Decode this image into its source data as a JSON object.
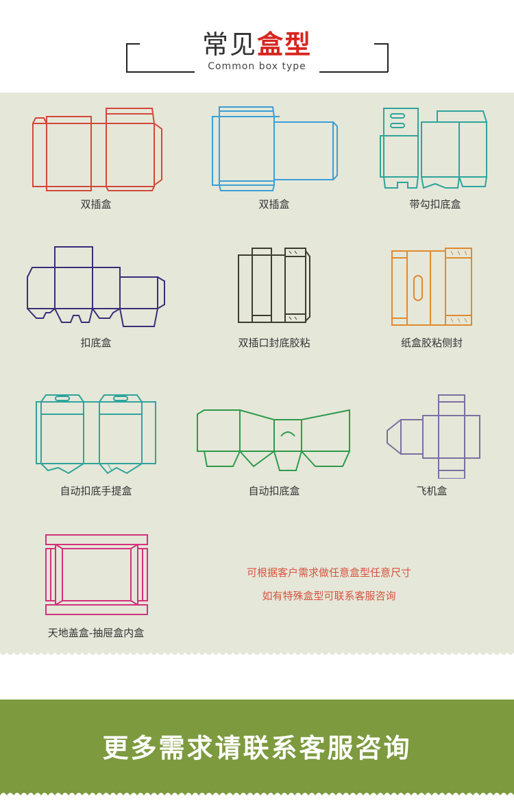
{
  "header": {
    "title_plain": "常见",
    "title_highlight": "盒型",
    "subtitle": "Common box type"
  },
  "boxes": [
    {
      "label": "双插盒",
      "color": "#d2483b"
    },
    {
      "label": "双插盒",
      "color": "#3a9fd6"
    },
    {
      "label": "带勾扣底盒",
      "color": "#2fa49b"
    },
    {
      "label": "扣底盒",
      "color": "#3a2d78"
    },
    {
      "label": "双插口封底胶粘",
      "color": "#3b3b2e"
    },
    {
      "label": "纸盒胶粘侧封",
      "color": "#e08a2c"
    },
    {
      "label": "自动扣底手提盒",
      "color": "#2fa49b"
    },
    {
      "label": "自动扣底盒",
      "color": "#2e9a4b"
    },
    {
      "label": "飞机盒",
      "color": "#7a6fa0"
    },
    {
      "label": "天地盖盒-抽屉盒内盒",
      "color": "#d3317c"
    }
  ],
  "note": {
    "line1": "可根据客户需求做任意盒型任意尺寸",
    "line2": "如有特殊盒型可联系客服咨询"
  },
  "footer": {
    "text": "更多需求请联系客服咨询"
  }
}
